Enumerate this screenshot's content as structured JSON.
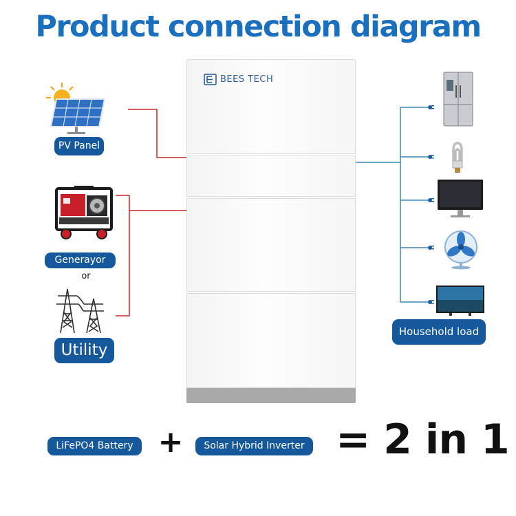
{
  "title": "Product connection diagram",
  "brand": {
    "name": "BEES TECH",
    "icon": "bees-tech-logo-icon"
  },
  "sources": {
    "pv": {
      "label": "PV Panel",
      "icon": "solar-panel-icon"
    },
    "generator": {
      "label": "Generayor",
      "icon": "generator-icon"
    },
    "or_text": "or",
    "utility": {
      "label": "Utility",
      "icon": "power-tower-icon"
    }
  },
  "loads": {
    "label": "Household load",
    "items": [
      {
        "icon": "refrigerator-icon"
      },
      {
        "icon": "light-bulb-icon"
      },
      {
        "icon": "monitor-icon"
      },
      {
        "icon": "fan-icon"
      },
      {
        "icon": "television-icon"
      }
    ]
  },
  "equation": {
    "battery_label": "LiFePO4 Battery",
    "plus": "+",
    "inverter_label": "Solar Hybrid Inverter",
    "result": "= 2 in 1"
  },
  "colors": {
    "title": "#1a6fbf",
    "pill": "#15599c",
    "source_line": "#c9262b",
    "load_line": "#3c86b8",
    "cabinet_base": "#a9a9a9"
  }
}
